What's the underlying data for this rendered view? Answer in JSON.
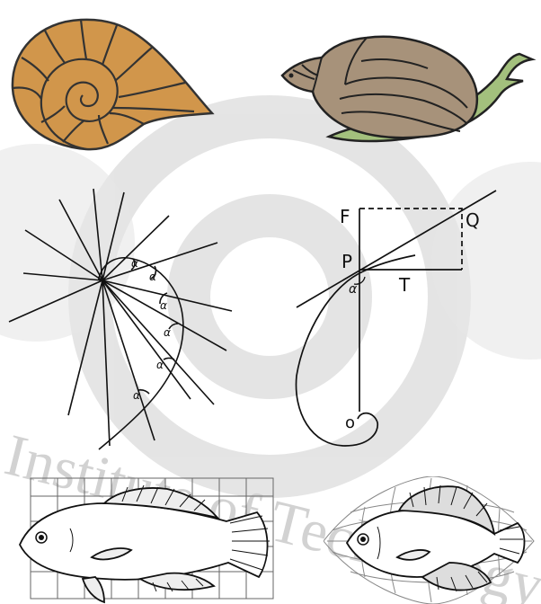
{
  "watermark": {
    "text": "Institute of Technology",
    "color": "#d8d8d8"
  },
  "colors": {
    "nautilus_fill": "#d1964b",
    "snail_shell": "#a8947a",
    "snail_body": "#9fbe7a",
    "ink": "#111111"
  },
  "equiangular_diagram": {
    "angle_labels": [
      "α",
      "α",
      "α",
      "α",
      "α",
      "α"
    ]
  },
  "tangent_diagram": {
    "labels": {
      "F": "F",
      "Q": "Q",
      "P": "P",
      "T": "T",
      "alpha": "α",
      "O": "o"
    }
  }
}
